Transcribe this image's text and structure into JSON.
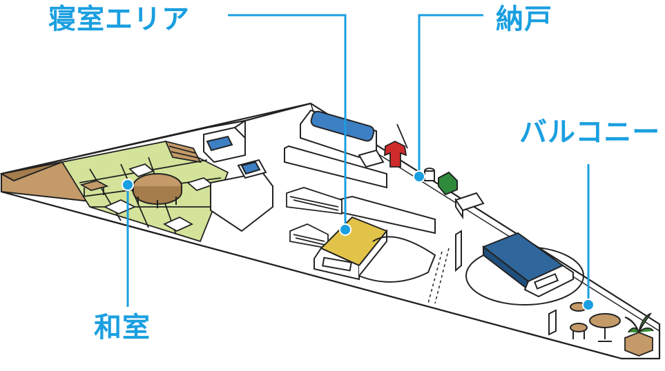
{
  "labels": {
    "bedroom_area": "寝室エリア",
    "storage": "納戸",
    "balcony": "バルコニー",
    "washitsu": "和室"
  },
  "colors": {
    "callout": "#1a9fe0",
    "tatami": "#d3e39a",
    "tatami_dark": "#c2d67f",
    "wood": "#c39a68",
    "wood_dark": "#a57c4c",
    "bed_yellow": "#e2c34a",
    "bed_blue": "#2f679c",
    "accent_blue": "#3d7fc3",
    "shirt_red": "#cf2b2b",
    "plant_green": "#3a8a36",
    "box_green": "#2f8a3c",
    "outline": "#222222"
  },
  "icons": {
    "callout_dot": "circle-dot-icon",
    "plant": "potted-plant-icon",
    "shirt": "hanging-shirt-icon",
    "table": "round-table-icon"
  }
}
